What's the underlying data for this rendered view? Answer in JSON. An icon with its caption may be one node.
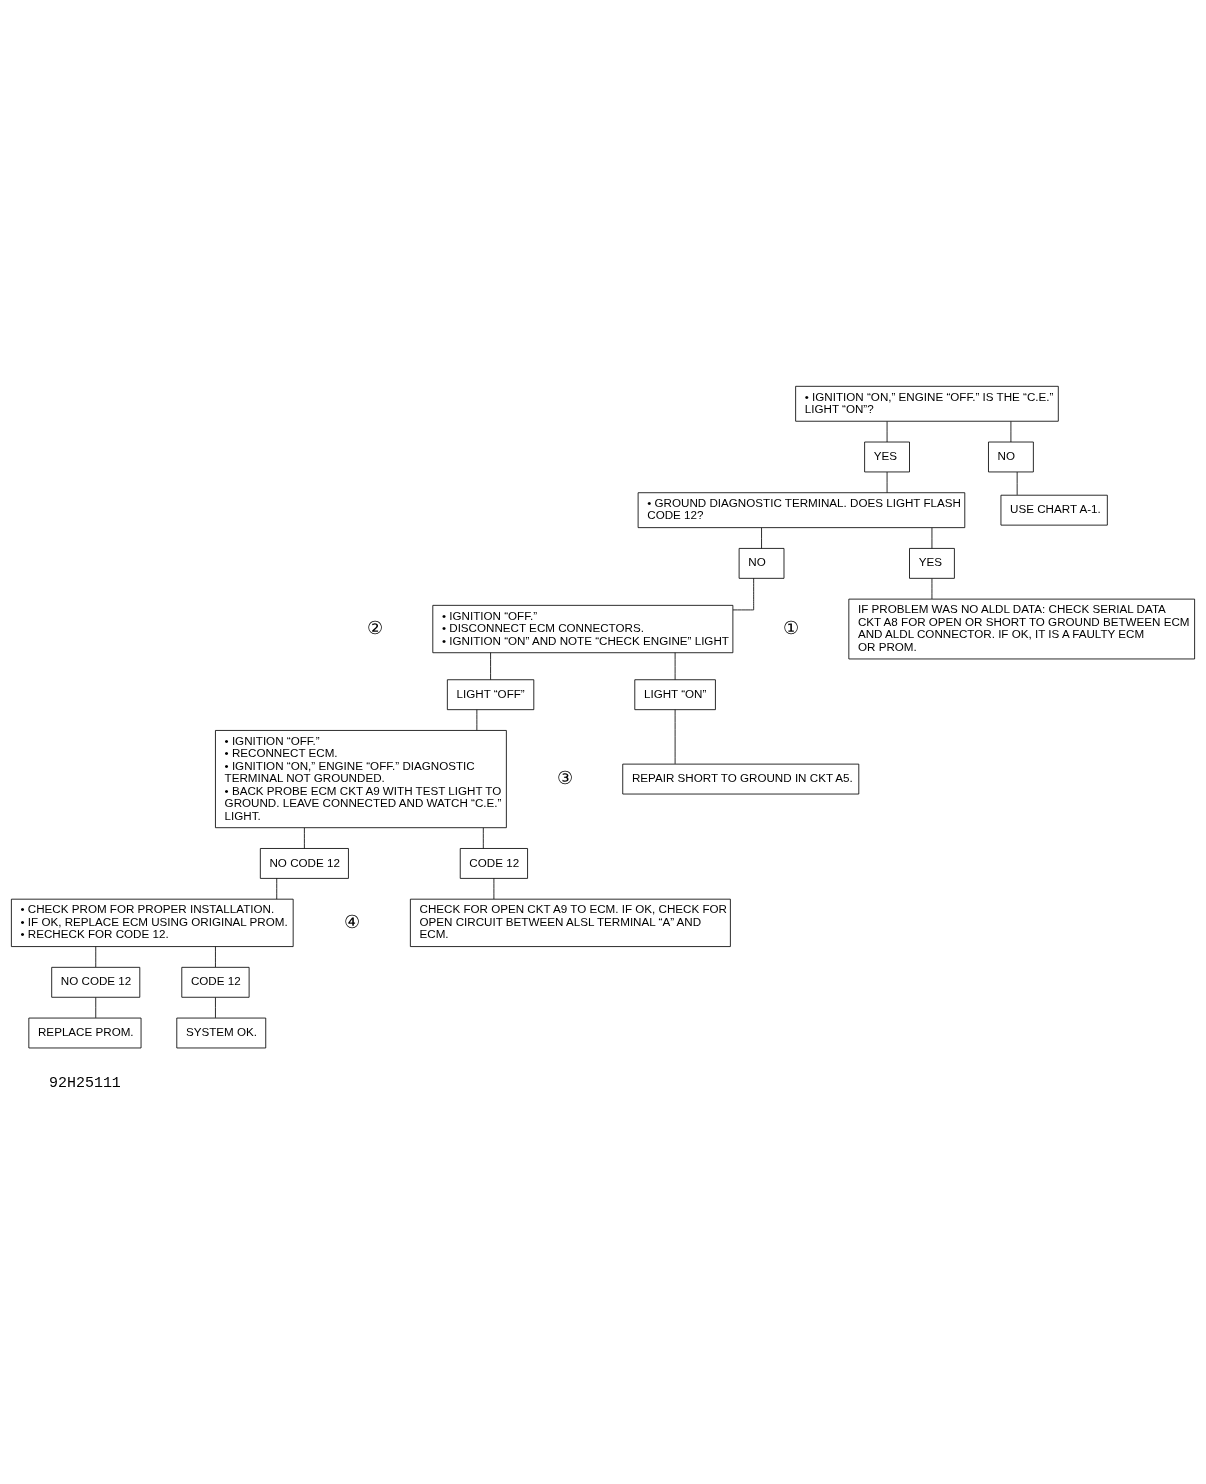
{
  "diagram": {
    "nodes": [
      {
        "text": [
          "• IGNITION “ON,” ENGINE “OFF.” IS THE “C.E.” LIGHT “ON”?"
        ]
      },
      {
        "text": [
          "YES"
        ]
      },
      {
        "text": [
          "NO"
        ]
      },
      {
        "text": [
          "• GROUND DIAGNOSTIC TERMINAL. DOES LIGHT FLASH CODE 12?"
        ]
      },
      {
        "text": [
          "USE CHART A-1."
        ]
      },
      {
        "text": [
          "NO"
        ]
      },
      {
        "text": [
          "YES"
        ]
      },
      {
        "text": [
          "• IGNITION “OFF.”",
          "• DISCONNECT ECM CONNECTORS.",
          "• IGNITION “ON” AND NOTE “CHECK ENGINE” LIGHT"
        ],
        "beside": [
          "②"
        ]
      },
      {
        "text": [
          "IF PROBLEM WAS NO ALDL DATA: CHECK SERIAL DATA CKT A8 FOR OPEN OR SHORT TO GROUND BETWEEN ECM AND ALDL CONNECTOR. IF OK, IT IS A FAULTY ECM OR PROM."
        ],
        "beside": [
          "①"
        ]
      },
      {
        "text": [
          "LIGHT “OFF”"
        ]
      },
      {
        "text": [
          "LIGHT “ON”"
        ]
      },
      {
        "text": [
          "REPAIR SHORT TO GROUND IN CKT A5."
        ]
      },
      {
        "text": [
          "• IGNITION “OFF.”",
          "• RECONNECT ECM.",
          "• IGNITION “ON,” ENGINE “OFF.” DIAGNOSTIC TERMINAL NOT GROUNDED.",
          "• BACK PROBE ECM CKT A9 WITH TEST LIGHT TO GROUND. LEAVE CONNECTED AND WATCH “C.E.” LIGHT."
        ],
        "beside": [
          "③"
        ]
      },
      {
        "text": [
          "NO CODE 12"
        ]
      },
      {
        "text": [
          "CODE 12"
        ]
      },
      {
        "text": [
          "CHECK FOR OPEN CKT A9 TO ECM. IF OK, CHECK FOR OPEN CIRCUIT BETWEEN ALSL TERMINAL “A” AND ECM."
        ]
      },
      {
        "text": [
          "• CHECK PROM FOR PROPER INSTALLATION.",
          "• IF OK, REPLACE ECM USING ORIGINAL PROM.",
          "• RECHECK FOR CODE 12."
        ],
        "beside": [
          "④"
        ]
      },
      {
        "text": [
          "NO CODE 12"
        ]
      },
      {
        "text": [
          "CODE 12"
        ]
      },
      {
        "text": [
          "REPLACE PROM."
        ]
      },
      {
        "text": [
          "SYSTEM OK."
        ]
      }
    ],
    "edges": [
      {
        "from": 0,
        "to": 1,
        "arrow": "none"
      },
      {
        "from": 0,
        "to": 2,
        "arrow": "none"
      },
      {
        "from": 1,
        "to": 3,
        "arrow": "none"
      },
      {
        "from": 2,
        "to": 4,
        "arrow": "none"
      },
      {
        "from": 3,
        "to": 5,
        "arrow": "none"
      },
      {
        "from": 3,
        "to": 6,
        "arrow": "none"
      },
      {
        "from": 5,
        "to": 7,
        "arrow": "none"
      },
      {
        "from": 6,
        "to": 8,
        "arrow": "none"
      },
      {
        "from": 7,
        "to": 9,
        "arrow": "none"
      },
      {
        "from": 7,
        "to": 10,
        "arrow": "none"
      },
      {
        "from": 9,
        "to": 12,
        "arrow": "none"
      },
      {
        "from": 10,
        "to": 11,
        "arrow": "none"
      },
      {
        "from": 12,
        "to": 13,
        "arrow": "none"
      },
      {
        "from": 12,
        "to": 14,
        "arrow": "none"
      },
      {
        "from": 13,
        "to": 16,
        "arrow": "none"
      },
      {
        "from": 14,
        "to": 15,
        "arrow": "none"
      },
      {
        "from": 16,
        "to": 17,
        "arrow": "none"
      },
      {
        "from": 16,
        "to": 18,
        "arrow": "none"
      },
      {
        "from": 17,
        "to": 19,
        "arrow": "none"
      },
      {
        "from": 18,
        "to": 20,
        "arrow": "none"
      }
    ],
    "labels": [
      "92H25111"
    ]
  }
}
